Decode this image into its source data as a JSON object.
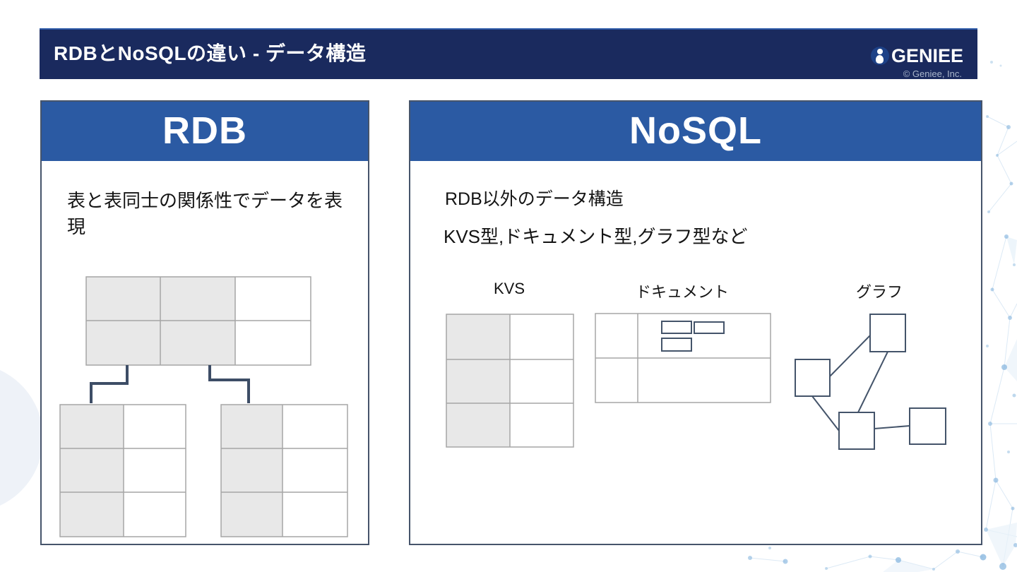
{
  "slide": {
    "title": "RDBとNoSQLの違い - データ構造",
    "logo": {
      "brand": "GENIEE",
      "copyright": "© Geniee, Inc."
    },
    "cards": {
      "rdb": {
        "title": "RDB",
        "description": "表と表同士の関係性でデータを表現"
      },
      "nosql": {
        "title": "NoSQL",
        "description_line1": "RDB以外のデータ構造",
        "description_line2": "KVS型,ドキュメント型,グラフ型など",
        "diagram_labels": [
          "KVS",
          "ドキュメント",
          "グラフ"
        ]
      }
    },
    "colors": {
      "title_bar": "#1a2a5e",
      "card_header_blue": "#2b5aa3",
      "card_border": "#46546b",
      "table_fill_gray": "#e8e8e8",
      "table_border_gray": "#a6a6a6",
      "shape_stroke_navy": "#44546a",
      "decor_dot_blue": "#6fa8d8"
    }
  }
}
